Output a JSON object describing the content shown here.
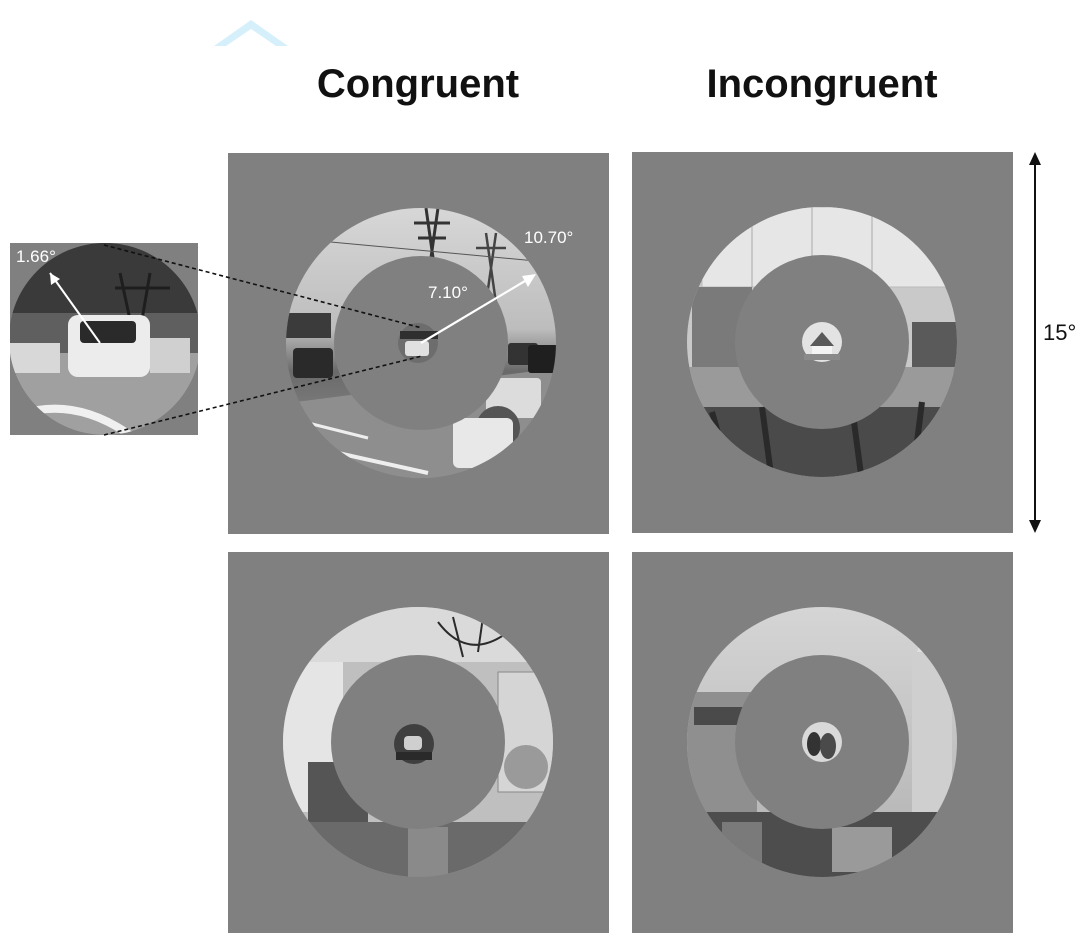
{
  "columns": {
    "congruent": "Congruent",
    "incongruent": "Incongruent"
  },
  "annotations": {
    "zoom_radius": "1.66°",
    "inner_radius": "7.10°",
    "outer_radius": "10.70°",
    "field_size": "15°"
  },
  "colors": {
    "background_gray": "#808080",
    "scene_dark": "#3a3a3a",
    "scene_light": "#cfcfcf",
    "logo": "#d6f0fb"
  },
  "panels": [
    {
      "id": "congruent-top",
      "scene": "highway"
    },
    {
      "id": "incongruent-top",
      "scene": "kitchen"
    },
    {
      "id": "congruent-bottom",
      "scene": "living-room"
    },
    {
      "id": "incongruent-bottom",
      "scene": "street"
    }
  ]
}
